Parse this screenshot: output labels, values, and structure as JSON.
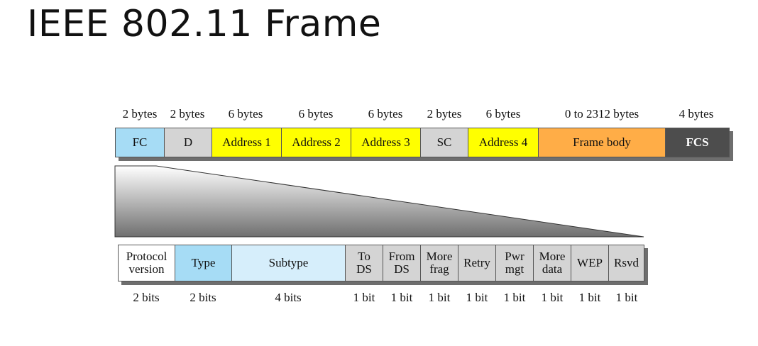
{
  "title": "IEEE 802.11 Frame",
  "colors": {
    "fc": "#a6dcf5",
    "gray_field": "#d4d4d4",
    "address": "#ffff00",
    "frame_body": "#ffad47",
    "fcs": "#4d4d4d",
    "type": "#a6dcf5",
    "subtype": "#d6eefb",
    "white": "#ffffff"
  },
  "frame": {
    "sizes": [
      "2 bytes",
      "2 bytes",
      "6 bytes",
      "6 bytes",
      "6 bytes",
      "2 bytes",
      "6 bytes",
      "0 to 2312 bytes",
      "4 bytes"
    ],
    "fields": [
      {
        "label": "FC"
      },
      {
        "label": "D"
      },
      {
        "label": "Address 1"
      },
      {
        "label": "Address 2"
      },
      {
        "label": "Address 3"
      },
      {
        "label": "SC"
      },
      {
        "label": "Address 4"
      },
      {
        "label": "Frame body"
      },
      {
        "label": "FCS"
      }
    ]
  },
  "fc_bits": {
    "fields": [
      {
        "line1": "Protocol",
        "line2": "version"
      },
      {
        "line1": "Type",
        "line2": ""
      },
      {
        "line1": "Subtype",
        "line2": ""
      },
      {
        "line1": "To",
        "line2": "DS"
      },
      {
        "line1": "From",
        "line2": "DS"
      },
      {
        "line1": "More",
        "line2": "frag"
      },
      {
        "line1": "Retry",
        "line2": ""
      },
      {
        "line1": "Pwr",
        "line2": "mgt"
      },
      {
        "line1": "More",
        "line2": "data"
      },
      {
        "line1": "WEP",
        "line2": ""
      },
      {
        "line1": "Rsvd",
        "line2": ""
      }
    ],
    "sizes": [
      "2 bits",
      "2 bits",
      "4 bits",
      "1 bit",
      "1 bit",
      "1 bit",
      "1 bit",
      "1 bit",
      "1 bit",
      "1 bit",
      "1 bit"
    ]
  }
}
